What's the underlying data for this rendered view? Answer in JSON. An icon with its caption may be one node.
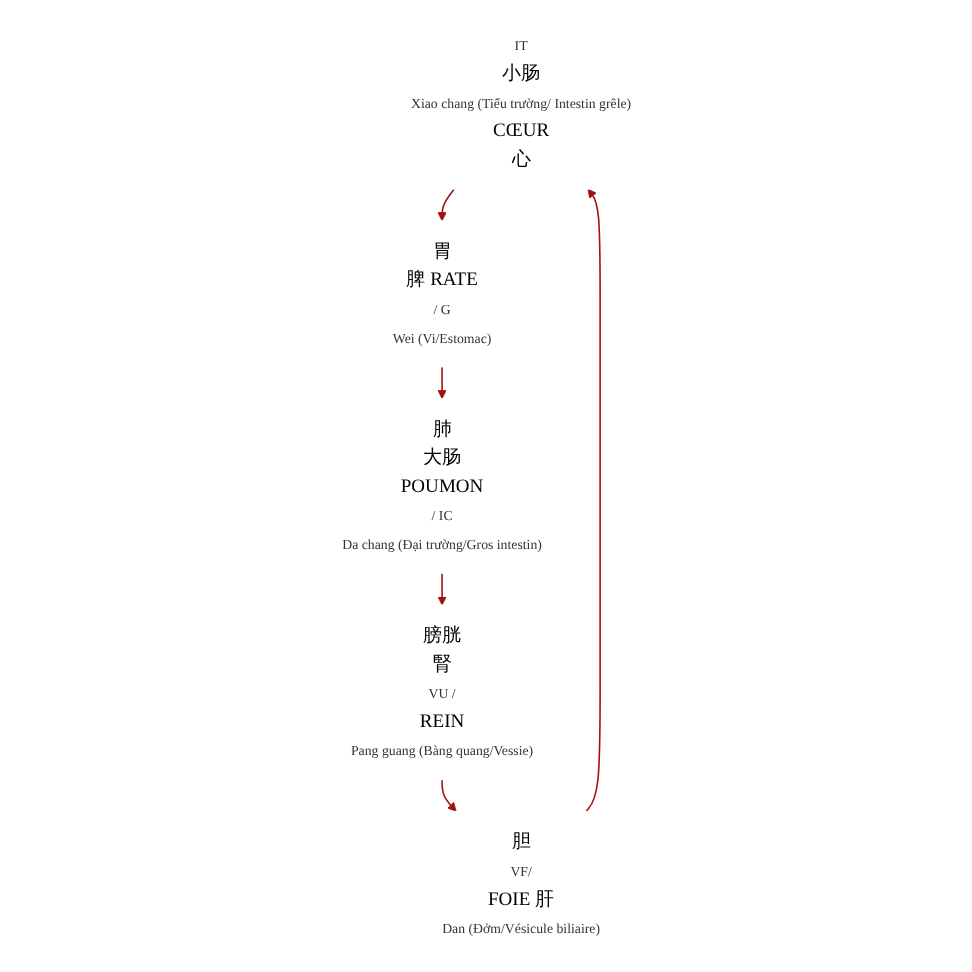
{
  "diagram": {
    "nodes": [
      {
        "text": [
          "IT",
          "小肠",
          "Xiao chang (Tiểu trường/ Intestin grêle)",
          "CŒUR",
          "心"
        ]
      },
      {
        "text": [
          "胃",
          "脾 RATE",
          "/ G",
          "Wei (Vi/Estomac)"
        ]
      },
      {
        "text": [
          "肺",
          "大肠",
          "POUMON",
          "/ IC",
          "Da chang (Đại trường/Gros intestin)"
        ]
      },
      {
        "text": [
          "膀胱",
          "腎",
          "VU /",
          "REIN",
          "Pang guang (Bàng quang/Vessie)"
        ]
      },
      {
        "text": [
          "胆",
          "VF/",
          "FOIE 肝",
          "Dan (Đởm/Vésicule biliaire)"
        ]
      }
    ],
    "edges": [
      {
        "from": 0,
        "to": 1,
        "arrow": "to"
      },
      {
        "from": 1,
        "to": 2,
        "arrow": "to"
      },
      {
        "from": 2,
        "to": 3,
        "arrow": "to"
      },
      {
        "from": 3,
        "to": 4,
        "arrow": "to"
      },
      {
        "from": 4,
        "to": 0,
        "arrow": "to"
      }
    ]
  }
}
